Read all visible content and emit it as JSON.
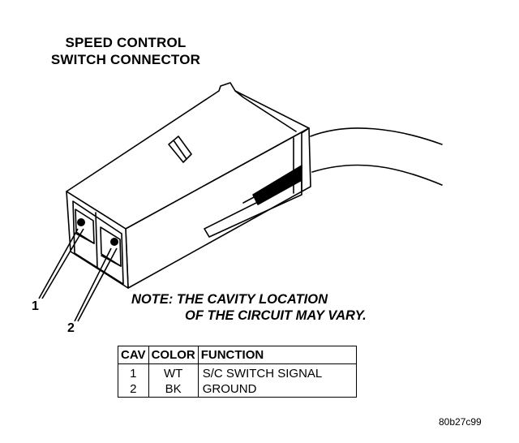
{
  "title": {
    "line1": "SPEED CONTROL",
    "line2": "SWITCH CONNECTOR"
  },
  "note": {
    "line1": "NOTE: THE CAVITY LOCATION",
    "line2": "OF THE CIRCUIT MAY VARY."
  },
  "callouts": [
    "1",
    "2"
  ],
  "table": {
    "headers": [
      "CAV",
      "COLOR",
      "FUNCTION"
    ],
    "rows": [
      {
        "cav": "1",
        "color": "WT",
        "function": "S/C SWITCH SIGNAL"
      },
      {
        "cav": "2",
        "color": "BK",
        "function": "GROUND"
      }
    ]
  },
  "reference": "80b27c99"
}
